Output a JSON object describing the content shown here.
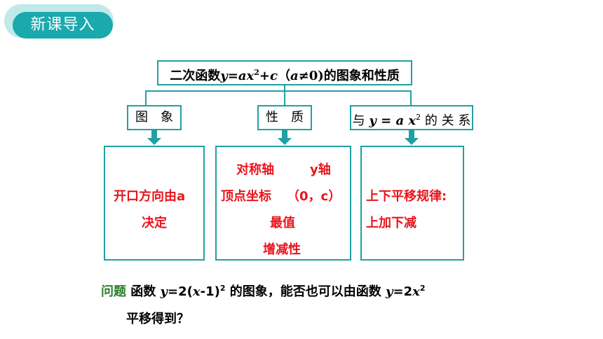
{
  "header": {
    "badge_label": "新课导入"
  },
  "title": {
    "prefix": "二次函数",
    "y": "y",
    "eq": "=",
    "ax": "ax",
    "sup": "2",
    "plus": "+",
    "c": "c",
    "paren_open": "（",
    "a": "a",
    "ne": "≠0)",
    "suffix": "的图象和性质"
  },
  "categories": {
    "image": "图　象",
    "property": "性　质",
    "relation": {
      "prefix": "与",
      "expr": "y = a x",
      "sup": "2",
      "suffix": " 的 关 系"
    }
  },
  "image_box": {
    "line1": "开口方向由a",
    "line2": "决定"
  },
  "property_box": {
    "axis_label": "对称轴",
    "axis_value": "y轴",
    "vertex_label": "顶点坐标",
    "vertex_value": "（0，c）",
    "extreme": "最值",
    "monotonic": "增减性"
  },
  "relation_box": {
    "line1": "上下平移规律:",
    "line2": "上加下减"
  },
  "question": {
    "label": "问题",
    "text1": " 函数 ",
    "f1": "y",
    "f1b": "=2(",
    "f1c": "x",
    "f1d": "-1)",
    "sup1": "2",
    "text2": " 的图象，能否也可以由函数 ",
    "f2": "y",
    "f2b": "=2",
    "f2c": "x",
    "sup2": "2",
    "line2": "平移得到？"
  }
}
